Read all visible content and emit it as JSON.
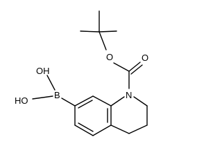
{
  "molecule": {
    "atoms": {
      "oxygen_ester": "O",
      "oxygen_carbonyl": "O",
      "nitrogen": "N",
      "boron": "B",
      "hydroxyl_top": "OH",
      "hydroxyl_bottom": "HO"
    }
  },
  "colors": {
    "ink": "#000000",
    "background": "#ffffff"
  }
}
